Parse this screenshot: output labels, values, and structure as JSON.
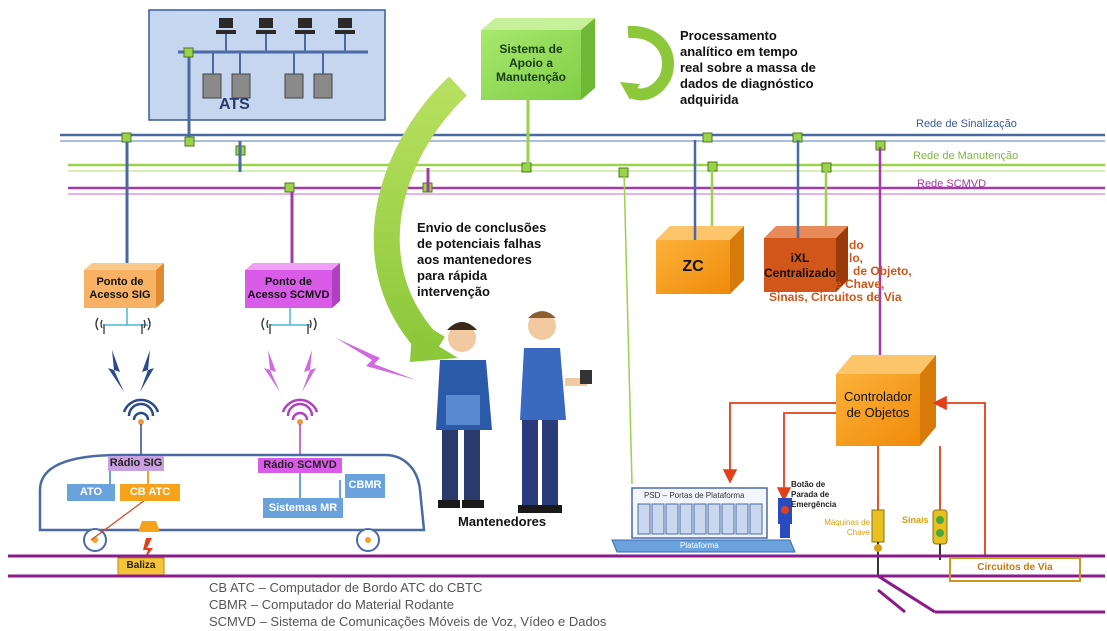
{
  "colors": {
    "rede_sinalizacao": "#4a6aa5",
    "rede_manutencao": "#9ad24a",
    "rede_scmvd": "#a43aa8",
    "orange_box": "#f7a21b",
    "purple_box": "#d95ce8",
    "blue_box": "#6aa3dc",
    "green_box": "#8fdc5a",
    "track": "#8b1a8b",
    "red_link": "#e0401a"
  },
  "ats": {
    "label": "ATS"
  },
  "sam": {
    "label_l1": "Sistema de",
    "label_l2": "Apoio a",
    "label_l3": "Manutenção"
  },
  "processamento": {
    "l1": "Processamento",
    "l2": "analítico em tempo",
    "l3": "real sobre a massa de",
    "l4": "dados de diagnóstico",
    "l5": "adquirida"
  },
  "networks": {
    "sinalizacao": "Rede de Sinalização",
    "manutencao": "Rede de Manutenção",
    "scmvd": "Rede SCMVD"
  },
  "envio": {
    "l1": "Envio de conclusões",
    "l2": "de potenciais falhas",
    "l3": "aos mantenedores",
    "l4": "para rápida",
    "l5": "intervenção"
  },
  "zc": {
    "label": "ZC"
  },
  "ixl": {
    "l1": "iXL",
    "l2": "Centralizado"
  },
  "ixl_side": {
    "l1": "do",
    "l2": "lo,",
    "l3": "de Objeto,",
    "l4": "Máquinas de Chave,",
    "l5": "Sinais, Circuitos de Via"
  },
  "ponto_sig": {
    "l1": "Ponto de",
    "l2": "Acesso SIG"
  },
  "ponto_scmvd": {
    "l1": "Ponto de",
    "l2": "Acesso SCMVD"
  },
  "controlador": {
    "l1": "Controlador",
    "l2": "de  Objetos"
  },
  "train": {
    "radio_sig": "Rádio SIG",
    "ato": "ATO",
    "cb_atc": "CB ATC",
    "radio_scmvd": "Rádio SCMVD",
    "cbmr": "CBMR",
    "sistemas_mr": "Sistemas MR",
    "baliza": "Baliza"
  },
  "mantenedores": {
    "label": "Mantenedores"
  },
  "psd": {
    "label": "PSD – Portas de Plataforma",
    "plataforma": "Plataforma"
  },
  "botao": {
    "l1": "Botão de",
    "l2": "Parada de",
    "l3": "Emergência"
  },
  "maquinas": {
    "l1": "Máquinas de",
    "l2": "Chave"
  },
  "sinais": {
    "label": "Sinais"
  },
  "circuitos": {
    "label": "Circuitos de Via"
  },
  "legend": {
    "l1": "CB ATC – Computador  de Bordo ATC do CBTC",
    "l2": "CBMR – Computador  do Material Rodante",
    "l3": "SCMVD – Sistema de Comunicações Móveis de Voz, Vídeo e Dados"
  }
}
